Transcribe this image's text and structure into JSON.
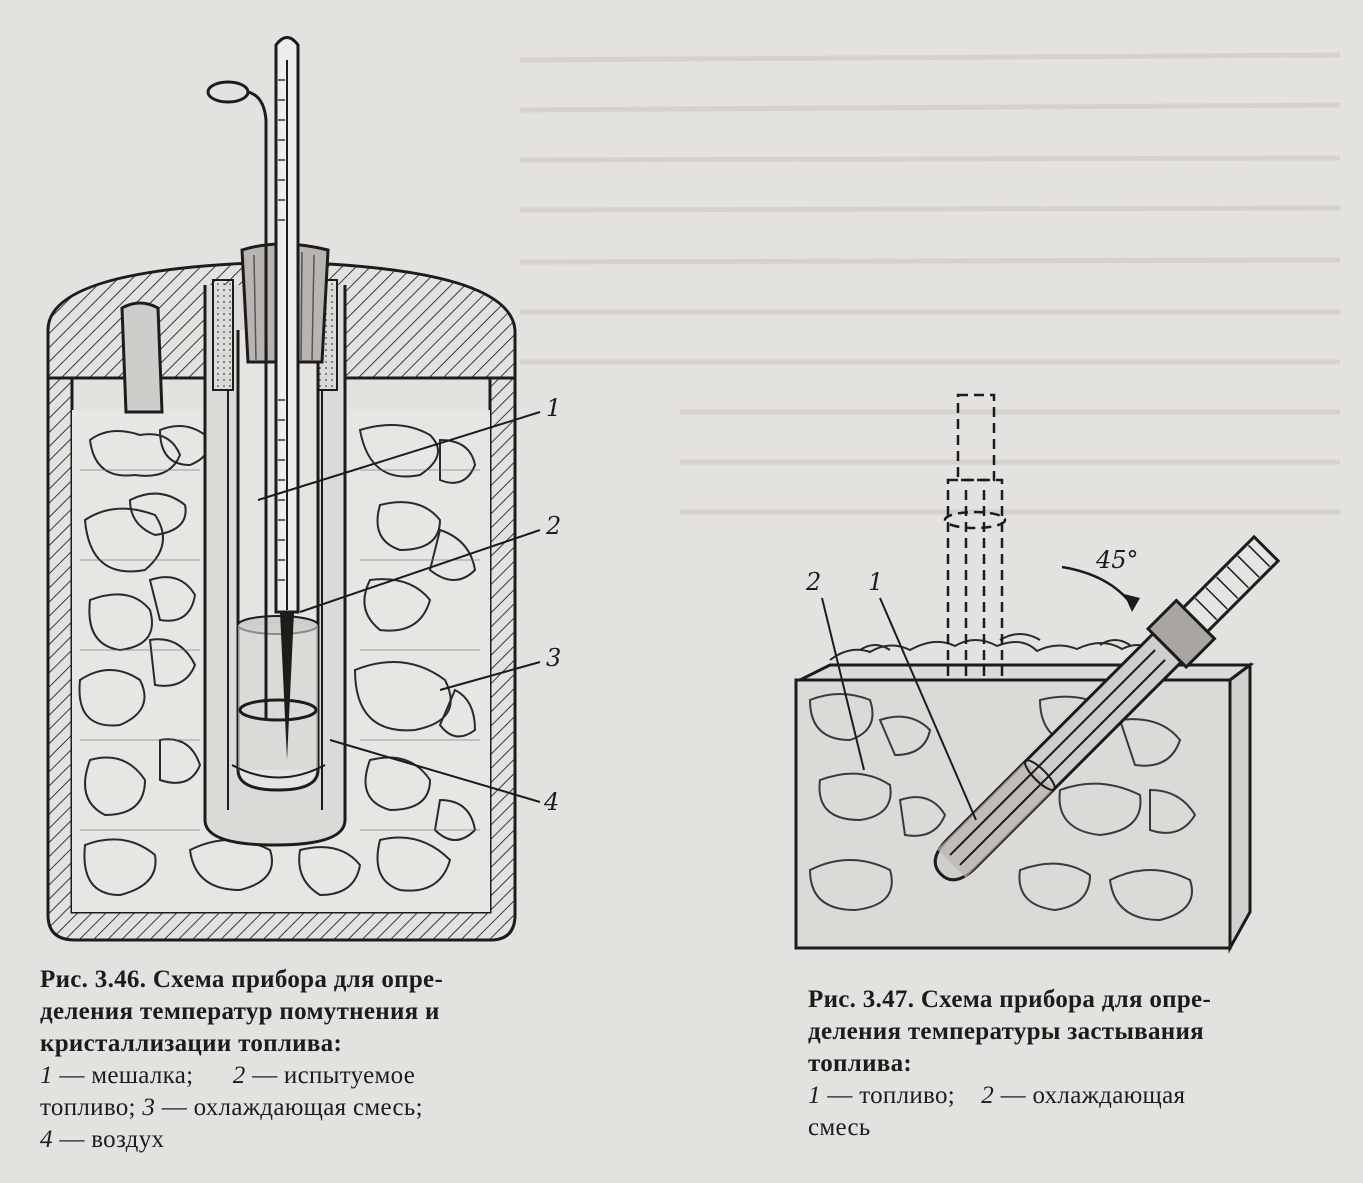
{
  "figure_346": {
    "callouts": [
      "1",
      "2",
      "3",
      "4"
    ],
    "caption": {
      "title_lines": [
        "Рис. 3.46. Схема прибора для опре-",
        "деления температур помутнения и",
        "кристаллизации топлива:"
      ],
      "legend_lines": [
        [
          {
            "num": "1",
            "text": " — мешалка;"
          },
          {
            "num": "2",
            "text": " — испытуемое"
          }
        ],
        [
          {
            "num": "",
            "text": "топливо; "
          },
          {
            "num": "3",
            "text": " — охлаждающая смесь;"
          }
        ],
        [
          {
            "num": "4",
            "text": " — воздух"
          }
        ]
      ]
    }
  },
  "figure_347": {
    "callouts": [
      "2",
      "1"
    ],
    "angle_label": "45°",
    "caption": {
      "title_lines": [
        "Рис. 3.47. Схема прибора для опре-",
        "деления температуры застывания",
        "топлива:"
      ],
      "legend_lines": [
        [
          {
            "num": "1",
            "text": " — топливо;"
          },
          {
            "num": "2",
            "text": " — охлаждающая"
          }
        ],
        [
          {
            "num": "",
            "text": "смесь"
          }
        ]
      ]
    }
  },
  "colors": {
    "paper": "#e4e2df",
    "ink": "#1c1c1c",
    "hatch": "#3a3a3a"
  }
}
